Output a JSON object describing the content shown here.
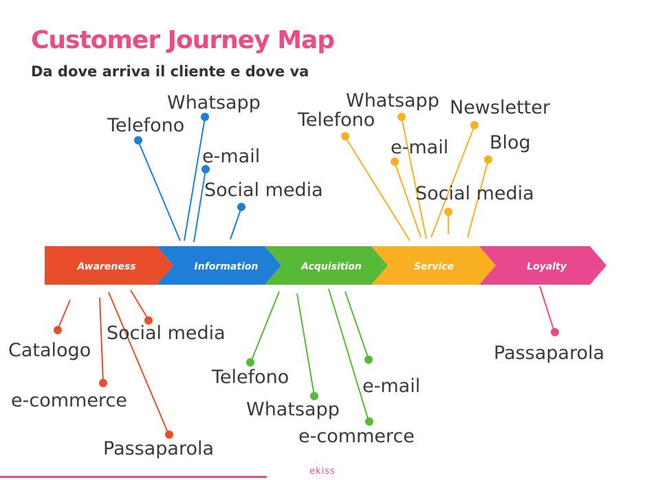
{
  "header": {
    "title": "Customer Journey Map",
    "subtitle": "Da dove arriva il cliente e dove va"
  },
  "footer": {
    "logo": "ekiss"
  },
  "stages": [
    {
      "label": "Awareness",
      "color": "#e84e2b"
    },
    {
      "label": "Information",
      "color": "#1f7ed6"
    },
    {
      "label": "Acquisition",
      "color": "#58b837"
    },
    {
      "label": "Service",
      "color": "#f9b122"
    },
    {
      "label": "Loyalty",
      "color": "#e8488d"
    }
  ],
  "touchpoints": {
    "awareness": [
      "Catalogo",
      "e-commerce",
      "Social media",
      "Passaparola"
    ],
    "information": [
      "Telefono",
      "Whatsapp",
      "e-mail",
      "Social media"
    ],
    "acquisition": [
      "Telefono",
      "Whatsapp",
      "e-commerce",
      "e-mail"
    ],
    "service": [
      "Telefono",
      "Whatsapp",
      "e-mail",
      "Newsletter",
      "Blog",
      "Social media"
    ],
    "loyalty": [
      "Passaparola"
    ]
  }
}
